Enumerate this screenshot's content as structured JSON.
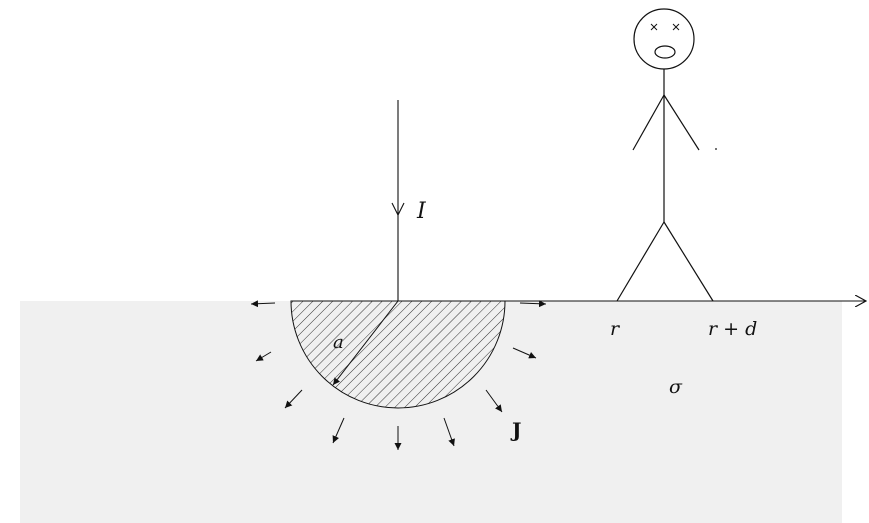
{
  "labels": {
    "current": "I",
    "radius": "a",
    "current_density": "J",
    "r": "r",
    "r_plus_d": "r + d",
    "conductivity": "σ"
  },
  "colors": {
    "ground": "#f0f0f0",
    "line": "#111111",
    "hatch": "#333333"
  }
}
